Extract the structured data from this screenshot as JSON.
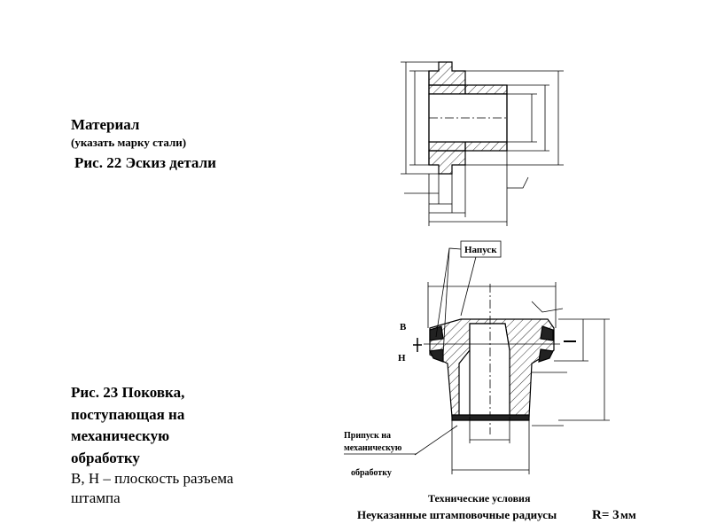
{
  "left_text": {
    "material_label": "Материал",
    "material_hint": "(указать марку стали)",
    "fig22_caption": "Рис. 22  Эскиз детали",
    "fig23_caption_lines": [
      "Рис. 23 Поковка,",
      "поступающая на",
      "механическую",
      "обработку"
    ],
    "fig23_note_lines": [
      "В, Н – плоскость разъема",
      "штампа"
    ]
  },
  "drawing_labels": {
    "allowance_label": "Напуск",
    "machining_allowance_lines": [
      "Припуск на",
      "механическую",
      "обработку"
    ],
    "parting_upper_mark": "В",
    "parting_lower_mark": "Н",
    "tech_conditions_title": "Технические условия",
    "tech_conditions_text": "Неуказанные штамповочные радиусы",
    "radius_value": "R= 3",
    "radius_unit": "мм"
  }
}
